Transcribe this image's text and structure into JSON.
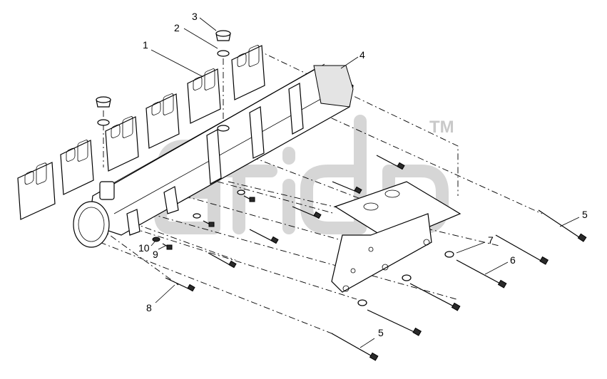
{
  "callouts": [
    {
      "id": "1",
      "label": "1"
    },
    {
      "id": "2",
      "label": "2"
    },
    {
      "id": "3",
      "label": "3"
    },
    {
      "id": "4",
      "label": "4"
    },
    {
      "id": "5a",
      "label": "5"
    },
    {
      "id": "5b",
      "label": "5"
    },
    {
      "id": "6",
      "label": "6"
    },
    {
      "id": "7",
      "label": "7"
    },
    {
      "id": "8",
      "label": "8"
    },
    {
      "id": "9",
      "label": "9"
    },
    {
      "id": "10",
      "label": "10"
    }
  ],
  "watermark": {
    "trademark": "TM"
  },
  "colors": {
    "line": "#000000",
    "watermark": "#d6d6d6",
    "shade": "#e4e4e4"
  }
}
